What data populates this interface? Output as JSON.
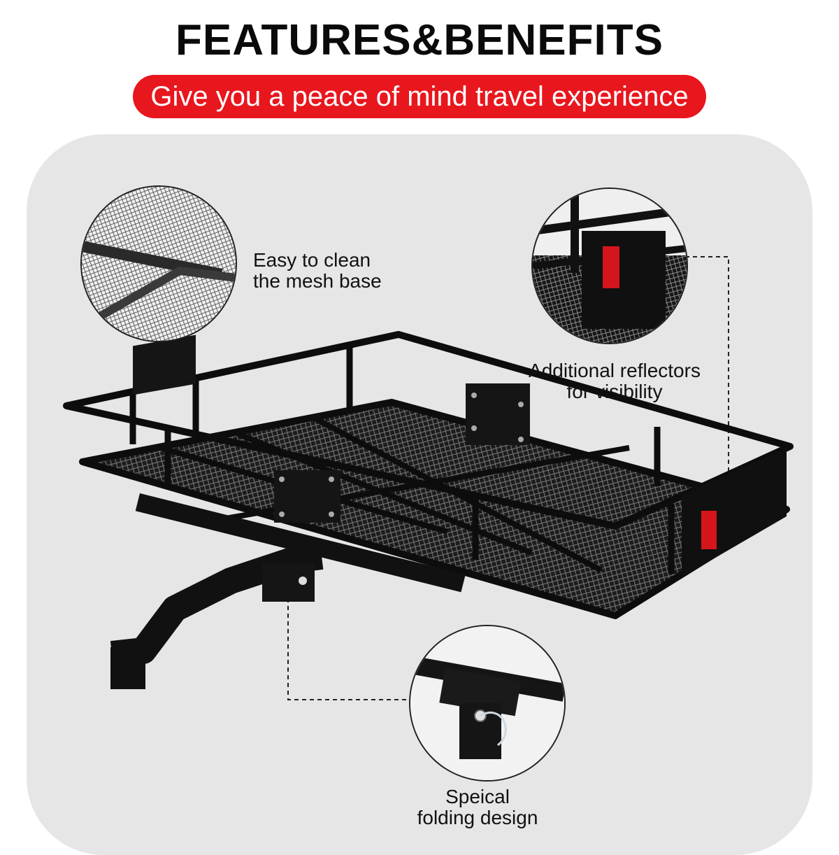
{
  "header": {
    "title": "FEATURES&BENEFITS",
    "subtitle": "Give you a peace of mind travel experience"
  },
  "features": {
    "mesh": {
      "line1": "Easy to clean",
      "line2": "the mesh base"
    },
    "reflectors": {
      "line1": "Additional reflectors",
      "line2": "for visibility"
    },
    "folding": {
      "line1": "Speical",
      "line2": "folding design"
    }
  },
  "colors": {
    "accent": "#e8161d",
    "panel": "#e6e6e6",
    "product": "#111111",
    "reflector": "#d4161c"
  },
  "icons": {
    "mesh_closeup": "mesh-closeup-icon",
    "reflector_closeup": "reflector-closeup-icon",
    "hinge_closeup": "hinge-pin-closeup-icon"
  }
}
